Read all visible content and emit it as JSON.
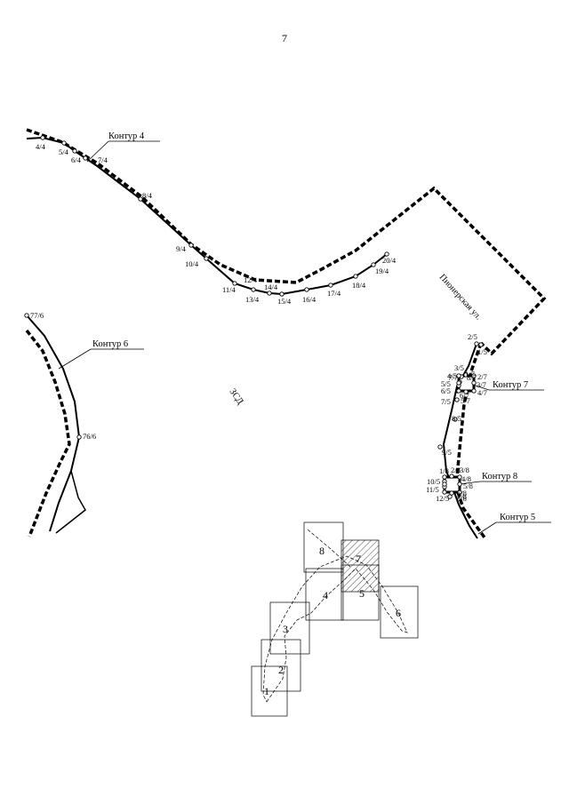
{
  "page_number": "7",
  "contour_labels": [
    "Контур 4",
    "Контур 6",
    "Контур 7",
    "Контур 8",
    "Контур 5"
  ],
  "area_label": "ЗСД",
  "street_label": "Пионерская ул.",
  "points_contour4": [
    "4/4",
    "5/4",
    "6/4",
    "7/4",
    "8/4",
    "9/4",
    "10/4",
    "11/4",
    "12/4",
    "13/4",
    "14/4",
    "15/4",
    "16/4",
    "17/4",
    "18/4",
    "19/4",
    "20/4"
  ],
  "points_contour6": [
    "77/6",
    "76/6"
  ],
  "points_contour5": [
    "1/5",
    "2/5",
    "3/5",
    "4/5",
    "5/5",
    "6/5",
    "7/5",
    "8/5",
    "9/5",
    "10/5",
    "11/5",
    "12/5"
  ],
  "points_contour7": [
    "1/7",
    "2/7",
    "3/7",
    "4/7",
    "5/7",
    "6/7",
    "7/7",
    "8/7"
  ],
  "points_contour8": [
    "1/8",
    "2/8",
    "3/8",
    "4/8",
    "5/8",
    "6/8",
    "7/8",
    "8/8"
  ],
  "index_sheets": [
    "1",
    "2",
    "3",
    "4",
    "5",
    "6",
    "7",
    "8"
  ]
}
